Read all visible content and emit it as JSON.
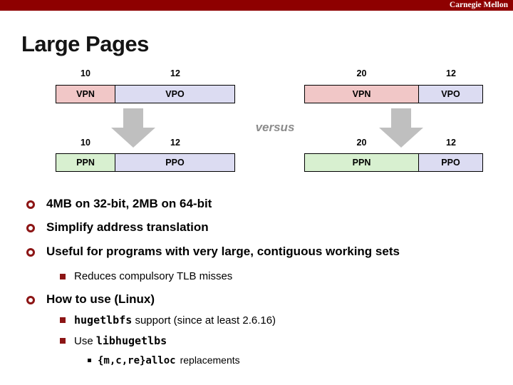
{
  "header": {
    "brand": "Carnegie Mellon"
  },
  "slide": {
    "title": "Large Pages"
  },
  "diagram": {
    "versus": "versus",
    "left": {
      "top_bits": [
        "10",
        "12"
      ],
      "top_labels": [
        "VPN",
        "VPO"
      ],
      "bottom_bits": [
        "10",
        "12"
      ],
      "bottom_labels": [
        "PPN",
        "PPO"
      ]
    },
    "right": {
      "top_bits": [
        "20",
        "12"
      ],
      "top_labels": [
        "VPN",
        "VPO"
      ],
      "bottom_bits": [
        "20",
        "12"
      ],
      "bottom_labels": [
        "PPN",
        "PPO"
      ]
    },
    "colors": {
      "vpn_fill": "#f1c7c7",
      "vpo_fill": "#dcdcf2",
      "ppn_fill": "#d8f0d0",
      "ppo_fill": "#dcdcf2",
      "arrow": "#bfbfbf"
    }
  },
  "bullets": {
    "b1": "4MB on 32-bit, 2MB on 64-bit",
    "b2": "Simplify address translation",
    "b3": "Useful for programs with very large, contiguous working sets",
    "s1": "Reduces compulsory TLB misses",
    "b4": "How to use (Linux)",
    "s2_code": "hugetlbfs",
    "s2_rest": " support (since at least 2.6.16)",
    "s3_pre": "Use ",
    "s3_code": "libhugetlbs",
    "ss1_code": "{m,c,re}alloc",
    "ss1_rest": "replacements"
  },
  "colors": {
    "header_bar": "#8e0000",
    "bullet_accent": "#8c1515",
    "title_text": "#141414",
    "versus_text": "#8c8c8c"
  }
}
